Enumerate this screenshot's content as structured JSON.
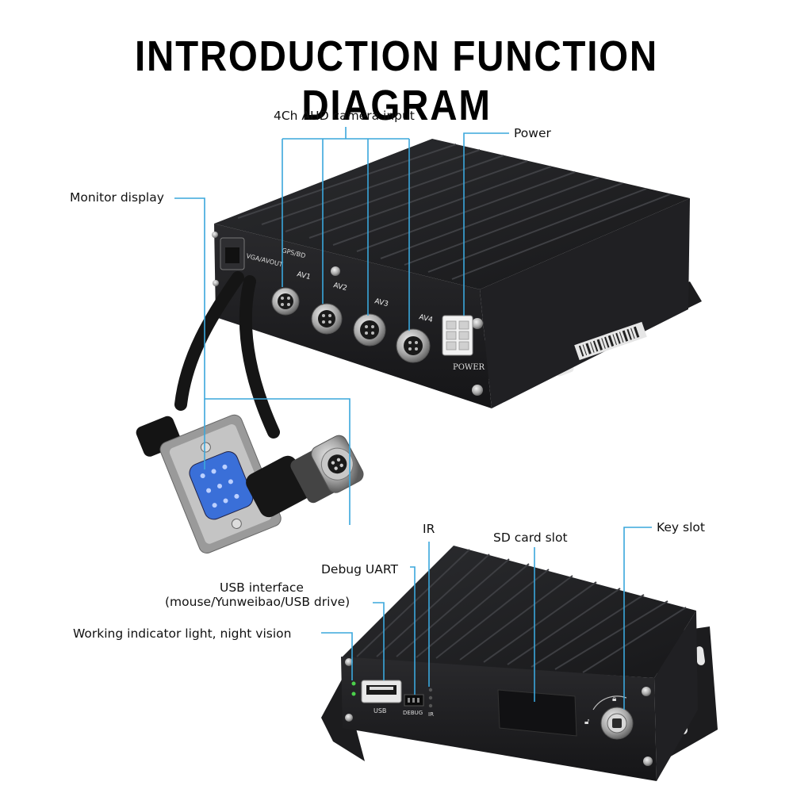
{
  "title": "INTRODUCTION FUNCTION DIAGRAM",
  "colors": {
    "callout_line": "#3aa7dc",
    "device_body": "#1f1f21",
    "fin_dark": "#141416",
    "fin_light": "#3a3b3e",
    "vga_blue": "#3a6fd8"
  },
  "callouts": {
    "camera_input": "4Ch AHD camera input",
    "power": "Power",
    "monitor": "Monitor display",
    "ir": "IR",
    "sd_card": "SD card slot",
    "key_slot": "Key slot",
    "debug_uart": "Debug UART",
    "usb_line1": "USB interface",
    "usb_line2": "(mouse/Yunweibao/USB drive)",
    "indicator": "Working indicator light, night vision"
  },
  "panel_labels": {
    "vga_avout": "VGA/AVOUT",
    "gps_bd": "GPS/BD",
    "av1": "AV1",
    "av2": "AV2",
    "av3": "AV3",
    "av4": "AV4",
    "power": "POWER",
    "usb": "USB",
    "debug": "DEBUG",
    "ir": "IR"
  }
}
